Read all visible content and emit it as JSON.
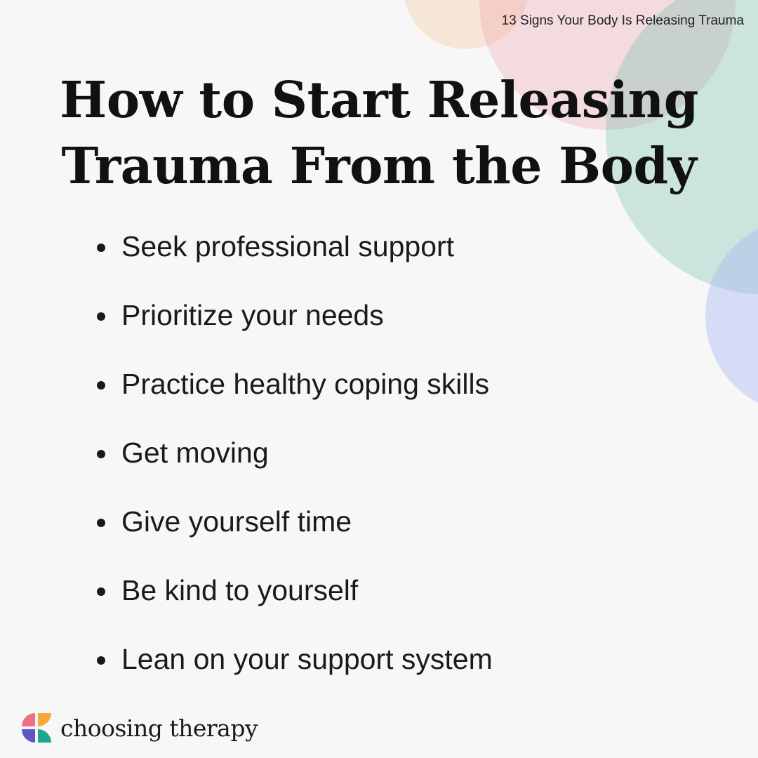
{
  "header": {
    "caption": "13 Signs Your Body Is Releasing Trauma",
    "title_line1": "How to Start Releasing",
    "title_line2": "Trauma From the Body"
  },
  "tips": [
    "Seek professional support",
    "Prioritize your needs",
    "Practice healthy coping skills",
    "Get moving",
    "Give yourself time",
    "Be kind to yourself",
    "Lean on your support system"
  ],
  "brand": {
    "name": "choosing therapy",
    "logo_icon": "choosing-therapy-logo-icon"
  },
  "colors": {
    "background": "#f7f7f7",
    "text": "#1a1a1a",
    "circle_peach": "#f3c58e",
    "circle_pink": "#ef9aa8",
    "circle_teal": "#6fbfa9",
    "circle_blue": "#a9b8f2",
    "logo_pink": "#ee6f86",
    "logo_orange": "#f4a938",
    "logo_blue": "#5b57c4",
    "logo_teal": "#1ba98e"
  }
}
